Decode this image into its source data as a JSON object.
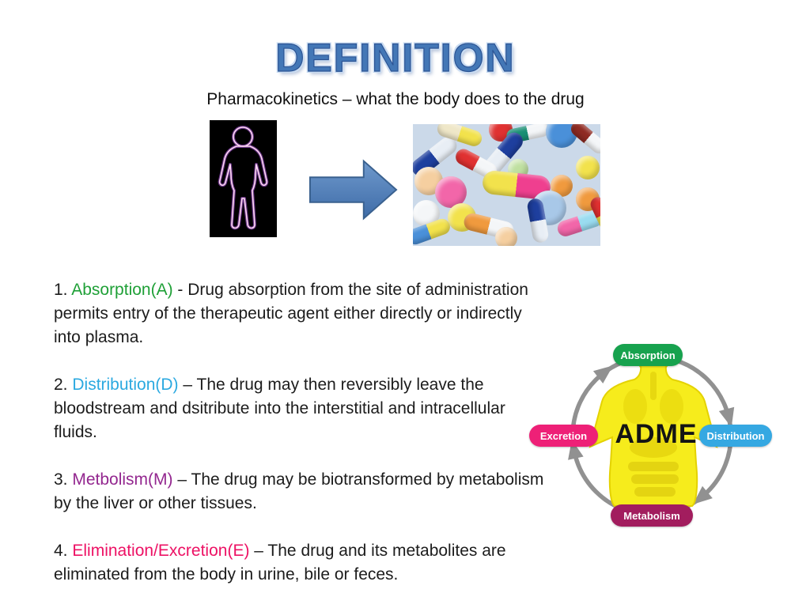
{
  "slide": {
    "title": "DEFINITION",
    "subtitle": "Pharmacokinetics – what the body does to the drug"
  },
  "colors": {
    "title_blue": "#4377B6",
    "title_outline": "#2C5494",
    "title_halo": "#C9DCF2",
    "body_text": "#1C1C1C",
    "arrow_fill": "#4F81BD",
    "arrow_border": "#3A618F",
    "adme_arrow_gray": "#919191",
    "figure_yellow": "#F6EC1C"
  },
  "definitions": [
    {
      "number": "1.",
      "term": "Absorption(A)",
      "term_color": "#1FA037",
      "separator": " - ",
      "text": "Drug absorption from the site of administration permits entry of the therapeutic agent either directly or indirectly into plasma."
    },
    {
      "number": "2.",
      "term": "Distribution(D)",
      "term_color": "#2BA9E0",
      "separator": " – ",
      "text": "The drug may then reversibly leave the bloodstream and dsitribute into the interstitial and intracellular fluids."
    },
    {
      "number": "3.",
      "term": "Metbolism(M)",
      "term_color": "#93278F",
      "separator": " – ",
      "text": "The drug may be biotransformed by metabolism by the liver or other tissues."
    },
    {
      "number": "4.",
      "term": "Elimination/Excretion(E)",
      "term_color": "#ED1164",
      "separator": " – ",
      "text": "The drug and its metabolites are eliminated from the body in urine, bile or feces."
    }
  ],
  "adme": {
    "center_text": "ADME",
    "labels": [
      {
        "id": "absorption",
        "text": "Absorption",
        "color": "#17A24E",
        "position": "top"
      },
      {
        "id": "distribution",
        "text": "Distribution",
        "color": "#35A8E2",
        "position": "right"
      },
      {
        "id": "metabolism",
        "text": "Metabolism",
        "color": "#A21D5E",
        "position": "bottom"
      },
      {
        "id": "excretion",
        "text": "Excretion",
        "color": "#EE2077",
        "position": "left"
      }
    ]
  },
  "images": {
    "body_outline": "human-body-outline-photo",
    "pills": "colorful-pills-photo",
    "pills_palette": [
      "#1E3F9E",
      "#E03131",
      "#188F74",
      "#F2E24C",
      "#F266A9",
      "#EF3F8F",
      "#9ADCF0",
      "#F09A3E",
      "#8F2B23",
      "#A8C8E8",
      "#F5CFA0",
      "#BFE0A0",
      "#F4F6F8",
      "#EFE7C8",
      "#4A90D9",
      "#E8EEF5"
    ]
  }
}
